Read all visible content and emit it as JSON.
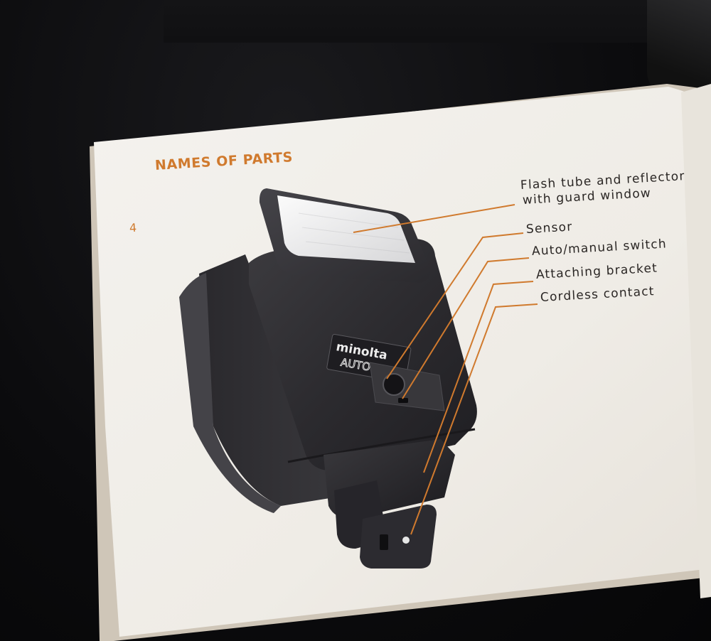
{
  "page": {
    "heading": "NAMES OF PARTS",
    "page_number": "4"
  },
  "parts": [
    {
      "label_line1": "Flash tube and reflector",
      "label_line2": "with guard window"
    },
    {
      "label_line1": "Sensor"
    },
    {
      "label_line1": "Auto/manual switch"
    },
    {
      "label_line1": "Attaching bracket"
    },
    {
      "label_line1": "Cordless contact"
    }
  ],
  "flash_unit": {
    "brand": "minolta",
    "model": "AUTO 25"
  },
  "colors": {
    "accent_orange": "#d07a2e",
    "page_paper": "#f1eee9",
    "flash_body": "#2e2d30",
    "background": "#0c0c0e"
  }
}
